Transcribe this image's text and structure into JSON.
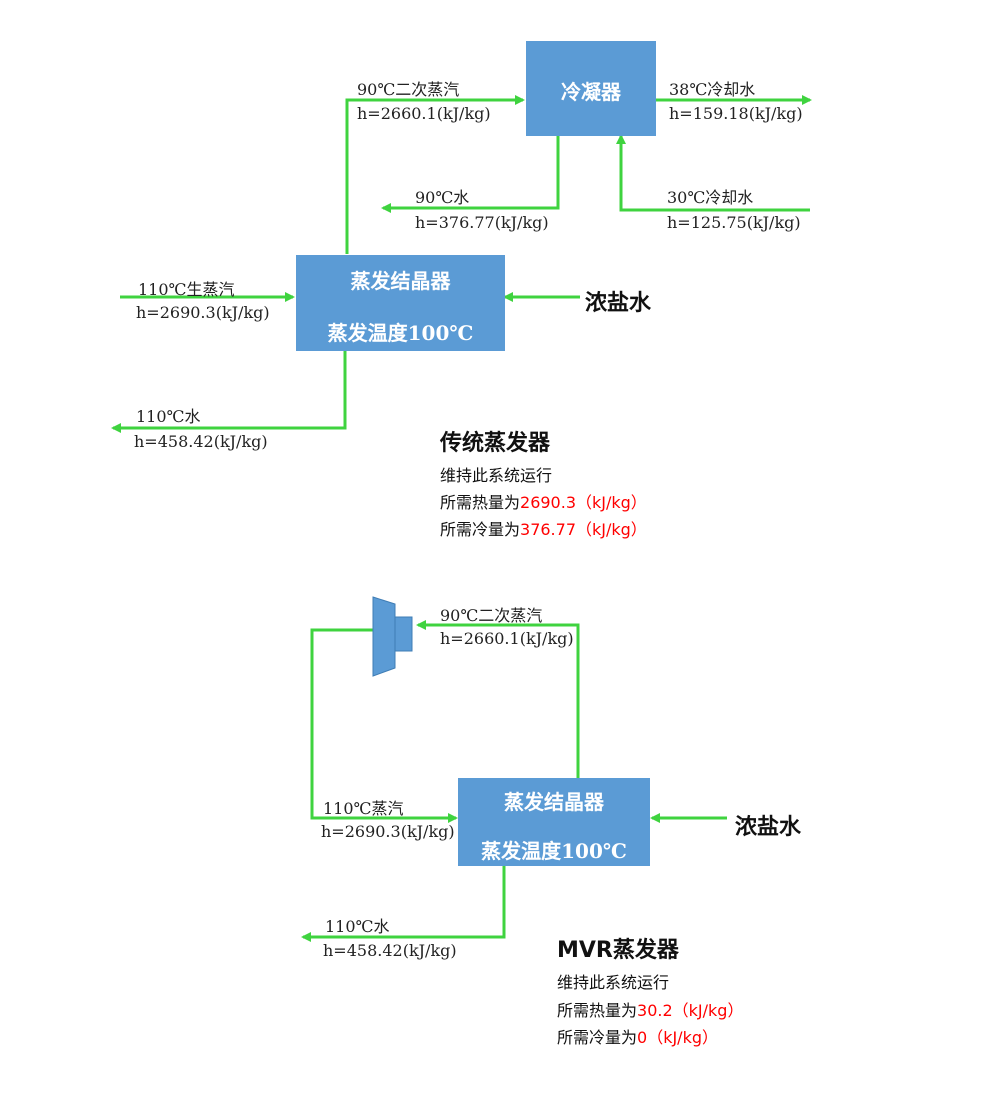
{
  "colors": {
    "box_fill": "#5b9bd5",
    "arrow": "#3fd33f",
    "highlight": "#ff0000"
  },
  "icons": {
    "compressor": "mvr-compressor-icon"
  },
  "traditional": {
    "condenser_label": "冷凝器",
    "evaporator_line1": "蒸发结晶器",
    "evaporator_line2": "蒸发温度100℃",
    "brine": "浓盐水",
    "secondary_steam_temp": "90℃二次蒸汽",
    "secondary_steam_h": "h=2660.1(kJ/kg)",
    "cooling_out_temp": "38℃冷却水",
    "cooling_out_h": "h=159.18(kJ/kg)",
    "condensate_temp": "90℃水",
    "condensate_h": "h=376.77(kJ/kg)",
    "cooling_in_temp": "30℃冷却水",
    "cooling_in_h": "h=125.75(kJ/kg)",
    "live_steam_temp": "110℃生蒸汽",
    "live_steam_h": "h=2690.3(kJ/kg)",
    "water_out_temp": "110℃水",
    "water_out_h": "h=458.42(kJ/kg)",
    "title": "传统蒸发器",
    "note1": "维持此系统运行",
    "heat_prefix": "所需热量为",
    "heat_value": "2690.3（kJ/kg）",
    "cold_prefix": "所需冷量为",
    "cold_value": "376.77（kJ/kg）"
  },
  "mvr": {
    "evaporator_line1": "蒸发结晶器",
    "evaporator_line2": "蒸发温度100℃",
    "brine": "浓盐水",
    "secondary_steam_temp": "90℃二次蒸汽",
    "secondary_steam_h": "h=2660.1(kJ/kg)",
    "steam_in_temp": "110℃蒸汽",
    "steam_in_h": "h=2690.3(kJ/kg)",
    "water_out_temp": "110℃水",
    "water_out_h": "h=458.42(kJ/kg)",
    "title": "MVR蒸发器",
    "note1": "维持此系统运行",
    "heat_prefix": "所需热量为",
    "heat_value": "30.2（kJ/kg）",
    "cold_prefix": "所需冷量为",
    "cold_value": "0（kJ/kg）"
  }
}
